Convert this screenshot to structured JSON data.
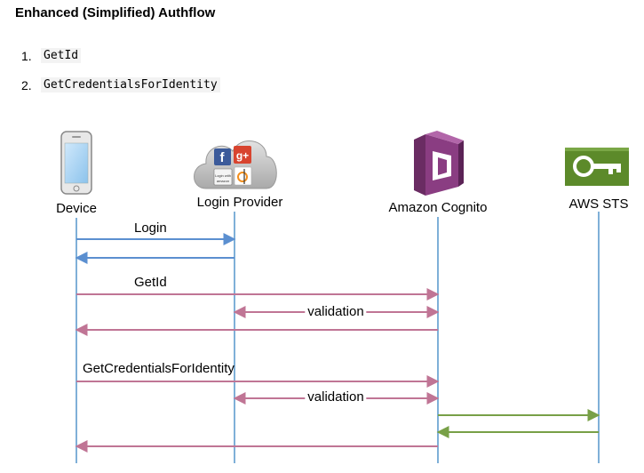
{
  "title": "Enhanced (Simplified) Authflow",
  "steps": [
    {
      "num": "1.",
      "code": "GetId"
    },
    {
      "num": "2.",
      "code": "GetCredentialsForIdentity"
    }
  ],
  "actors": {
    "device": "Device",
    "login_provider": "Login Provider",
    "cognito": "Amazon Cognito",
    "sts": "AWS STS"
  },
  "logo_text": {
    "login_with": "Login with",
    "amazon": "amazon"
  },
  "messages": {
    "login": "Login",
    "getid": "GetId",
    "validation1": "validation",
    "getcreds": "GetCredentialsForIdentity",
    "validation2": "validation"
  },
  "colors": {
    "lifeline": "#7fb0d8",
    "blue_arrow": "#5b8fd0",
    "pink_arrow": "#c07595",
    "green_arrow": "#78a047",
    "cognito_purple": "#8a3d82",
    "sts_green": "#5c8a2a"
  }
}
